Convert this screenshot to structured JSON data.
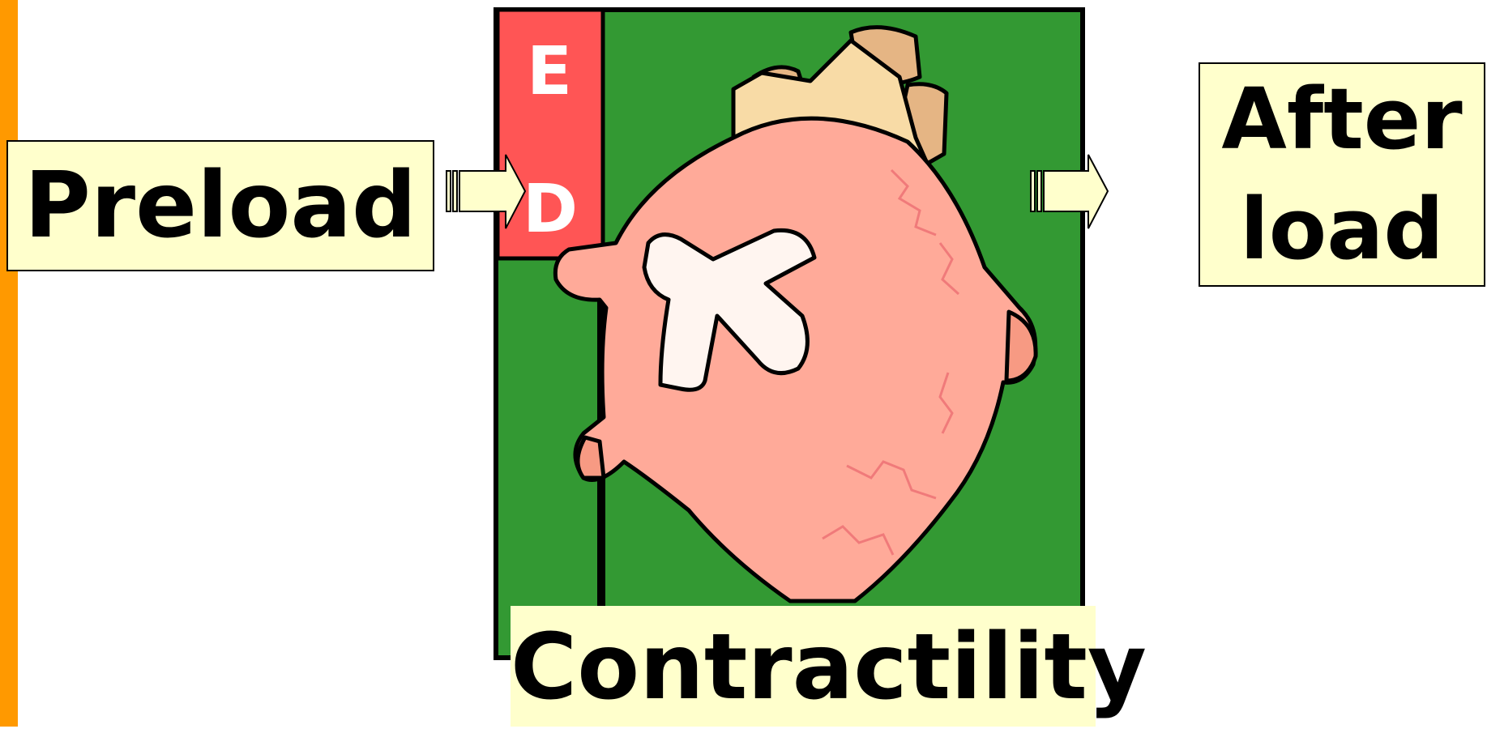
{
  "labels": {
    "preload": "Preload",
    "afterload_line1": "After",
    "afterload_line2": "load",
    "contractility": "Contractility",
    "ed_top": "E",
    "ed_bottom": "D"
  },
  "colors": {
    "accent_bar": "#ff9900",
    "label_fill": "#ffffcc",
    "ventricle_green": "#339933",
    "ed_red": "#ff5555",
    "heart_pink": "#ffaa99",
    "vessel_tan": "#f5d39a",
    "bandage": "#fff5f0"
  },
  "icons": [
    "heart-illustration",
    "bandage-icon",
    "arrow-right-icon"
  ]
}
